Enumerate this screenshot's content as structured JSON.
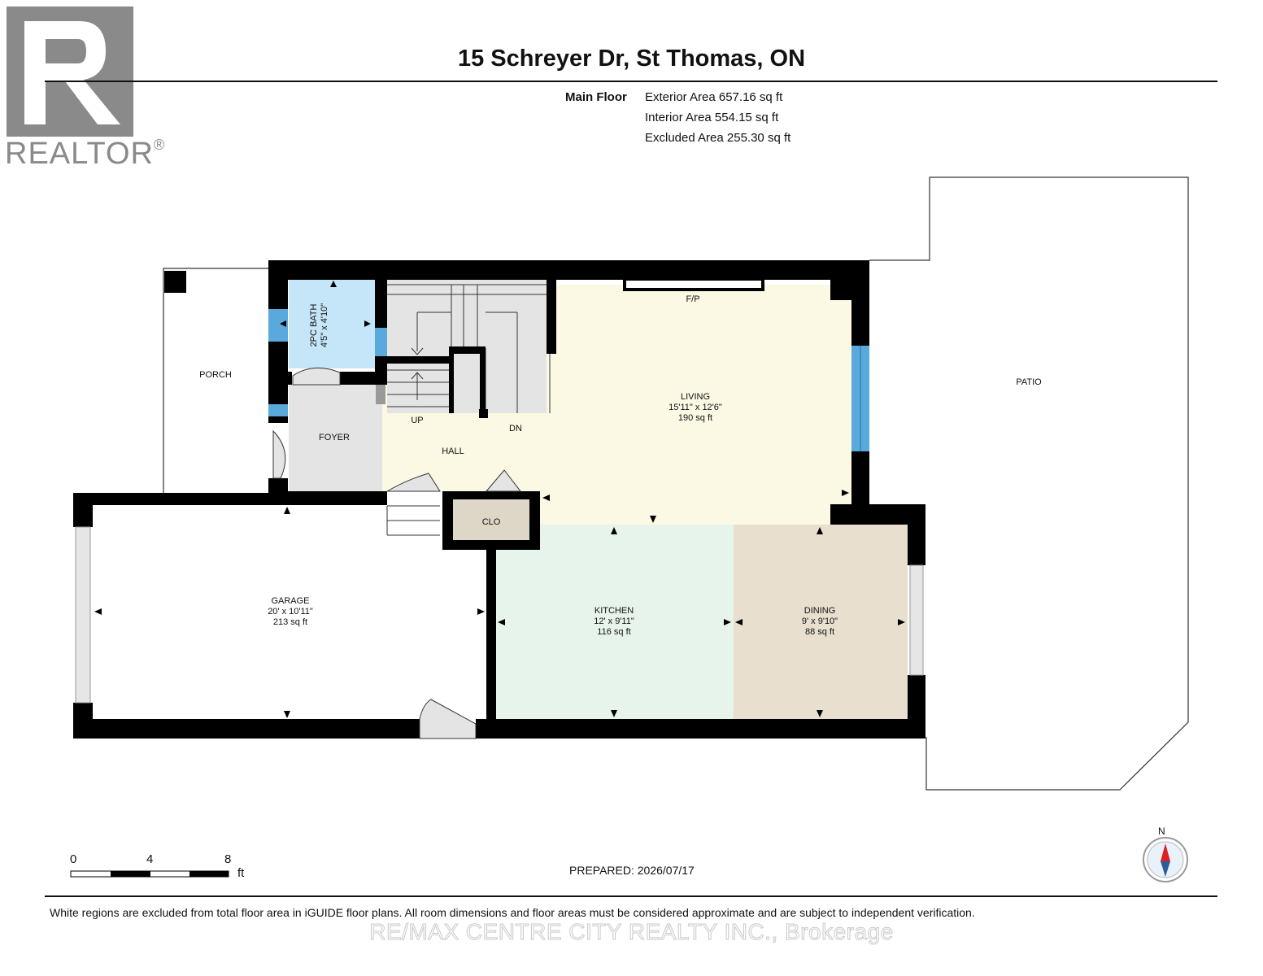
{
  "header": {
    "title": "15 Schreyer Dr, St Thomas, ON"
  },
  "logo": {
    "icon": "realtor-logo-icon",
    "word": "REALTOR",
    "mark": "®"
  },
  "areas": {
    "floor_label": "Main Floor",
    "exterior": "Exterior Area 657.16 sq ft",
    "interior": "Interior Area 554.15 sq ft",
    "excluded": "Excluded Area 255.30 sq ft"
  },
  "rooms": {
    "porch": {
      "name": "PORCH"
    },
    "bath": {
      "name": "2PC BATH",
      "dims": "4'5\" x 4'10\""
    },
    "foyer": {
      "name": "FOYER"
    },
    "hall": {
      "name": "HALL"
    },
    "up": "UP",
    "dn": "DN",
    "fp": "F/P",
    "living": {
      "name": "LIVING",
      "dims": "15'11\" x 12'6\"",
      "area": "190 sq ft"
    },
    "patio": {
      "name": "PATIO"
    },
    "clo": {
      "name": "CLO"
    },
    "garage": {
      "name": "GARAGE",
      "dims": "20' x 10'11\"",
      "area": "213 sq ft"
    },
    "kitchen": {
      "name": "KITCHEN",
      "dims": "12' x 9'11\"",
      "area": "116 sq ft"
    },
    "dining": {
      "name": "DINING",
      "dims": "9' x 9'10\"",
      "area": "88 sq ft"
    }
  },
  "colors": {
    "wall": "#000000",
    "living": "#fbf8e4",
    "kitchen": "#e6f4eb",
    "dining": "#e8dfcf",
    "bath": "#c5e6f8",
    "foyer": "#e4e4e4",
    "stairs": "#e4e4e4",
    "clo": "#ded6c6",
    "window": "#5aa9dd"
  },
  "scale": {
    "labels": [
      "0",
      "4",
      "8"
    ],
    "unit": "ft"
  },
  "prepared": "PREPARED: 2026/07/17",
  "compass": {
    "label": "N",
    "icon": "compass-icon"
  },
  "disclaimer": "White regions are excluded from total floor area in iGUIDE floor plans. All room dimensions and floor areas must be considered approximate and are subject to independent verification.",
  "watermark": "RE/MAX CENTRE CITY REALTY INC., Brokerage"
}
